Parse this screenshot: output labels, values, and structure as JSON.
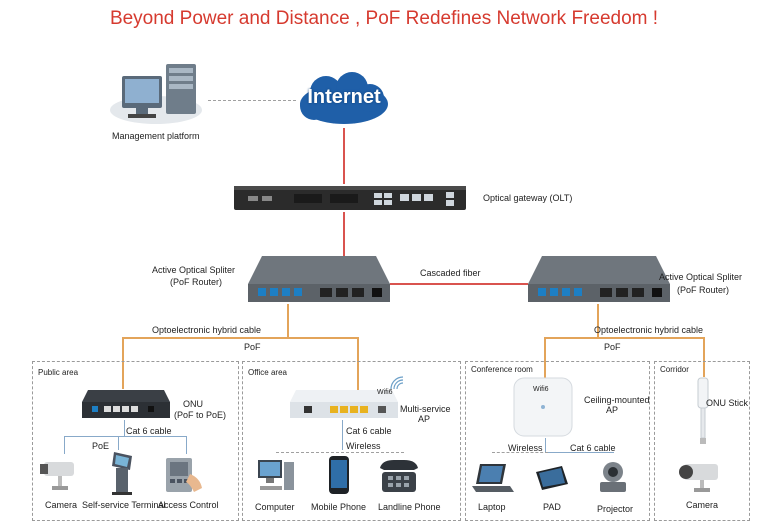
{
  "title": "Beyond Power and Distance , PoF Redefines Network Freedom !",
  "internet": "Internet",
  "management_platform": "Management platform",
  "olt": "Optical gateway (OLT)",
  "splitter_left": {
    "line1": "Active Optical Spliter",
    "line2": "(PoF Router)"
  },
  "splitter_right": {
    "line1": "Active Optical Spliter",
    "line2": "(PoF Router)"
  },
  "cascaded_fiber": "Cascaded fiber",
  "hybrid_left": {
    "cable": "Optoelectronic hybrid cable",
    "pof": "PoF"
  },
  "hybrid_right": {
    "cable": "Optoelectronic hybrid cable",
    "pof": "PoF"
  },
  "zones": {
    "public": {
      "title": "Public area",
      "onu": {
        "line1": "ONU",
        "line2": "(PoF to PoE)"
      },
      "cat6": "Cat 6 cable",
      "poe": "PoE",
      "devices": [
        "Camera",
        "Self-service Terminal",
        "Access Control"
      ]
    },
    "office": {
      "title": "Office area",
      "ap_badge": "Wifi6",
      "ap": {
        "line1": "Multi-service",
        "line2": "AP"
      },
      "cat6": "Cat 6 cable",
      "wireless": "Wireless",
      "devices": [
        "Computer",
        "Mobile Phone",
        "Landline Phone"
      ]
    },
    "conference": {
      "title": "Conference room",
      "ap_badge": "Wifi6",
      "ap": {
        "line1": "Ceiling-mounted",
        "line2": "AP"
      },
      "wireless": "Wireless",
      "cat6": "Cat 6 cable",
      "devices": [
        "Laptop",
        "PAD",
        "Projector"
      ]
    },
    "corridor": {
      "title": "Corridor",
      "onu_stick": "ONU Stick",
      "devices": [
        "Camera"
      ]
    }
  },
  "colors": {
    "title": "#d63a2f",
    "fiber": "#d9534f",
    "hybrid": "#e3a45a",
    "cloud": "#1f5fa8"
  }
}
